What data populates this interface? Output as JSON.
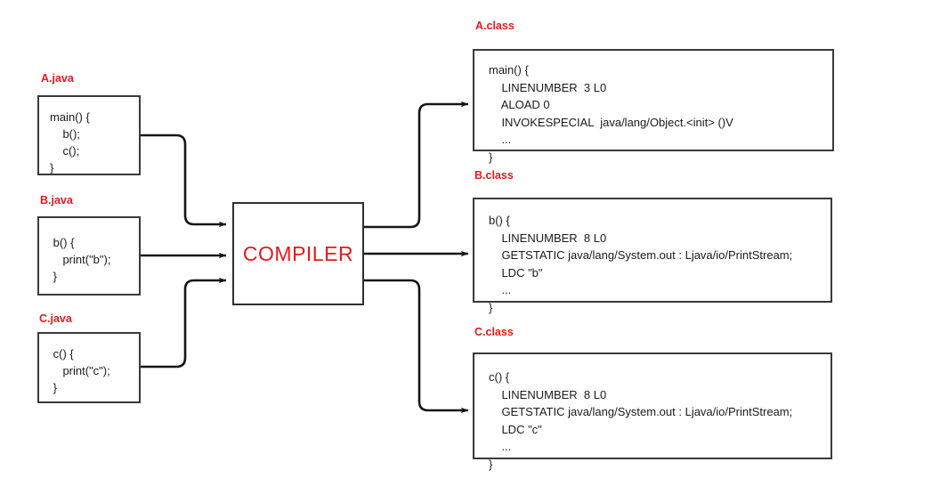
{
  "diagram": {
    "title": "Java compilation: source files to class files",
    "compiler": {
      "label": "COMPILER",
      "color": "#e8191c"
    },
    "colors": {
      "label_red": "#e8191c",
      "box_border": "#3a3a3a",
      "wire": "#151515",
      "code_text": "#1a1a1a",
      "background": "#ffffff"
    },
    "sources": [
      {
        "label": "A.java",
        "code": "main() {\n    b();\n    c();\n}"
      },
      {
        "label": "B.java",
        "code": " b() {\n    print(\"b\");\n }"
      },
      {
        "label": "C.java",
        "code": " c() {\n    print(\"c\");\n }"
      }
    ],
    "outputs": [
      {
        "label": "A.class",
        "code": "main() {\n    LINENUMBER  3 L0\n    ALOAD 0\n    INVOKESPECIAL  java/lang/Object.<init> ()V\n    ...\n}"
      },
      {
        "label": "B.class",
        "code": "b() {\n    LINENUMBER  8 L0\n    GETSTATIC java/lang/System.out : Ljava/io/PrintStream;\n    LDC \"b\"\n    ...\n}"
      },
      {
        "label": "C.class",
        "code": "c() {\n    LINENUMBER  8 L0\n    GETSTATIC java/lang/System.out : Ljava/io/PrintStream;\n    LDC \"c\"\n    ...\n}"
      }
    ]
  }
}
